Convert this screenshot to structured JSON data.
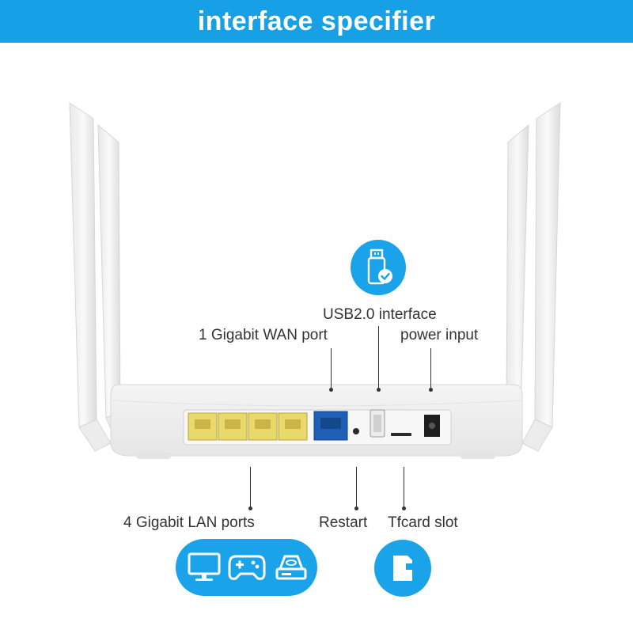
{
  "header": {
    "title": "interface specifier",
    "background": "#17a0e6"
  },
  "accent_color": "#1aa3e8",
  "port_color_lan": "#e9d86a",
  "port_color_wan": "#1f5fb8",
  "labels": {
    "usb": "USB2.0 interface",
    "wan": "1 Gigabit WAN port",
    "power": "power input",
    "lan": "4 Gigabit LAN ports",
    "restart": "Restart",
    "tfcard": "Tfcard slot"
  },
  "icons": {
    "usb_badge": "usb-check-icon",
    "lan_badges": [
      "monitor-icon",
      "gamepad-icon",
      "storage-drive-icon"
    ],
    "tf_badge": "sd-card-icon"
  }
}
